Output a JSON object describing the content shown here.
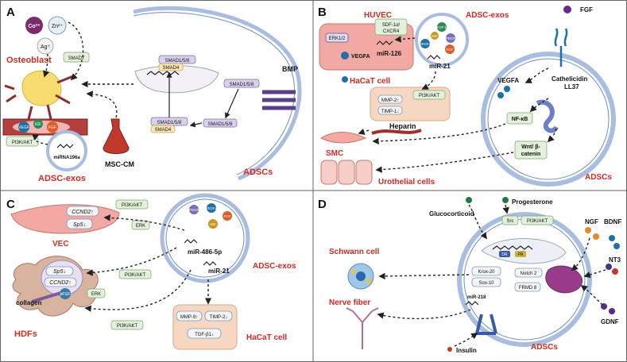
{
  "panels": {
    "a": {
      "letter": "A",
      "ions": [
        "Co²⁺",
        "Zn²⁺",
        "Ag⁺"
      ],
      "osteoblast": "Osteoblast",
      "smad7": "SMAD7",
      "smad158": "SMAD1/5/8",
      "smad4": "SMAD4",
      "bmp": "BMP",
      "vegf": "VEGF",
      "igf": "IGF",
      "fgf": "FGF",
      "pi3k_akt": "PI3K/AKT",
      "mirna196a": "miRNA196a",
      "msc_cm": "MSC-CM",
      "adsc_exos": "ADSC-exos",
      "adscs": "ADSCs"
    },
    "b": {
      "letter": "B",
      "huvec": "HUVEC",
      "adsc_exos": "ADSC-exos",
      "sdf_cxcr4": [
        "SDF-1α/",
        "CXCR4"
      ],
      "erk12": "ERK1/2",
      "vegfa": "VEGFA",
      "mir126": "miR-126",
      "tgf_b": "TGF-β",
      "igf": "IGF",
      "pdgf": "PDGF",
      "fgf": "FGF",
      "vegfa2": "VEGFA",
      "mir21": "miR-21",
      "hacat": "HaCaT cell",
      "pi3k_akt": "PI3K/AKT",
      "mmp2": "MMP-2↑",
      "timp1": "TIMP-1↓",
      "heparin": "Heparin",
      "smc": "SMC",
      "urothelial": "Urothelial cells",
      "fgf_top": "FGF",
      "vegfa_right": "VEGFA",
      "cathelicidin": [
        "Cathelicidin",
        "LL37"
      ],
      "nfkb": "NF-κB",
      "wnt": [
        "Wnt/ β-",
        "catenin"
      ],
      "adscs": "ADSCs"
    },
    "c": {
      "letter": "C",
      "ccnd2_up": "CCND2↑",
      "sp5_down": "Sp5↓",
      "pi3k_akt": "PI3K/AKT",
      "erk": "ERK",
      "vec": "VEC",
      "pdgf": "PDGF",
      "vegfa": "VEGFA",
      "fgf": "FGF",
      "igf": "IGF",
      "mir486": "miR-486-5p",
      "mir21": "miR-21",
      "adsc_exos": "ADSC-exos",
      "sp5_down_hdf": "Sp5↓",
      "ccnd2_up_hdf": "CCND2↑",
      "bfgf": "bFGF",
      "collagen": "collagen",
      "hdfs": "HDFs",
      "pi3k_akt2": "PI3K/AKT",
      "erk2": "ERK",
      "pi3k_akt3": "PI3K/AKT",
      "mmp9": "MMP-9↑",
      "timp2": "TIMP-2↓",
      "tgfb1": "TGF-β1↓",
      "hacat": "HaCaT cell"
    },
    "d": {
      "letter": "D",
      "glucocorticoid": "Glucocorticoid",
      "progesterone": "Progesterone",
      "src": "Src",
      "pi3k_akt": "PI3K/AKT",
      "krox20": "Krox-20",
      "sox10": "Sox-10",
      "notch2": "Notch 2",
      "frmd8": "FRMD 8",
      "mir218": "miR-218",
      "schwann": "Schwann cell",
      "nerve": "Nerve fiber",
      "insulin": "Insulin",
      "adscs": "ADSCs",
      "ngf": "NGF",
      "bdnf": "BDNF",
      "nt3": "NT3",
      "gdnf": "GDNF",
      "dr": "DR",
      "pr": "PR"
    }
  },
  "colors": {
    "red_label": "#d42a22",
    "green_tag": "#e3f1dc",
    "membrane": "#a9bde0",
    "cytoplasm": "#f6d8c2"
  }
}
